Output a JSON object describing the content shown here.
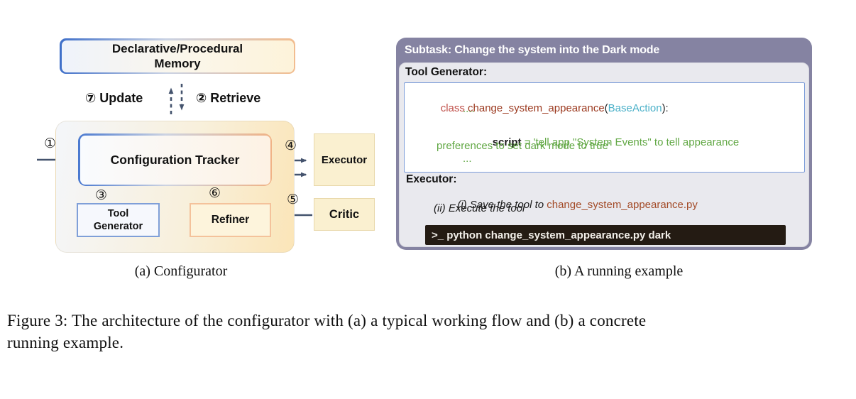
{
  "panel_a": {
    "caption": "(a) Configurator",
    "memory": {
      "line1": "Declarative/Procedural",
      "line2": "Memory"
    },
    "flow_labels": {
      "update": "⑦ Update",
      "retrieve": "② Retrieve"
    },
    "nodes": {
      "tracker": "Configuration Tracker",
      "tool_generator_line1": "Tool",
      "tool_generator_line2": "Generator",
      "refiner": "Refiner",
      "executor": "Executor",
      "critic": "Critic"
    },
    "step_markers": {
      "s1": "①",
      "s3": "③",
      "s4": "④",
      "s5": "⑤",
      "s6": "⑥"
    }
  },
  "panel_b": {
    "caption": "(b) A running example",
    "subtask_title": "Subtask: Change the system into the Dark mode",
    "tool_generator_label": "Tool Generator:",
    "code": {
      "kw_class": "class ",
      "fn_name": "change_system_appearance",
      "paren_open": "(",
      "base_class": "BaseAction",
      "paren_close": "):",
      "dots_top": "....",
      "script_kw": "script",
      "assign": " = ",
      "string_line1": "'tell app \"System Events\" to tell appearance",
      "string_line2": "preferences to set dark mode to true'",
      "dots_bottom": "..."
    },
    "executor_label": "Executor:",
    "steps": {
      "step1_text": "(i) Save the tool to ",
      "step1_file": "change_system_appearance.py",
      "step2_text": "(ii) Execute the tool"
    },
    "terminal_command": ">_ python change_system_appearance.py dark"
  },
  "figure_caption": {
    "line1": "Figure 3: The architecture of the configurator with (a) a typical working flow and (b) a concrete",
    "line2": "running example."
  },
  "colors": {
    "header_purple": "#8583a2",
    "panel_gray": "#e9e9ee",
    "terminal_bg": "#241b13",
    "arrow_slate": "#44536d",
    "code_green": "#62a845",
    "code_class_red": "#c0504a",
    "code_fn_red": "#9c3a20",
    "code_teal": "#4ab0c8",
    "file_red": "#a34b28",
    "node_yellow_fill": "#faf0d0"
  }
}
